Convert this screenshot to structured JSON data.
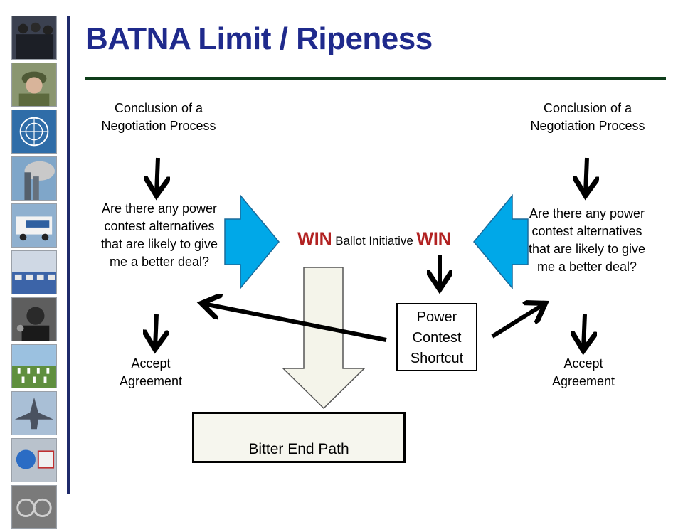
{
  "slide": {
    "title": "BATNA Limit / Ripeness",
    "colors": {
      "title": "#1f2a8c",
      "accent_line": "#0f3d1a",
      "win": "#b22222",
      "blue_arrow": "#00a8e8"
    }
  },
  "diagram": {
    "left": {
      "conclusion": "Conclusion of a Negotiation Process",
      "question": "Are there any power contest alternatives that are likely to give me a better deal?",
      "accept": "Accept Agreement"
    },
    "right": {
      "conclusion": "Conclusion of a Negotiation Process",
      "question": "Are there any power contest alternatives that are likely to give me a better deal?",
      "accept": "Accept Agreement"
    },
    "center": {
      "win_left": "WIN",
      "ballot": "Ballot Initiative",
      "win_right": "WIN",
      "shortcut": "Power Contest Shortcut",
      "bitter_end": "Bitter End Path"
    }
  }
}
